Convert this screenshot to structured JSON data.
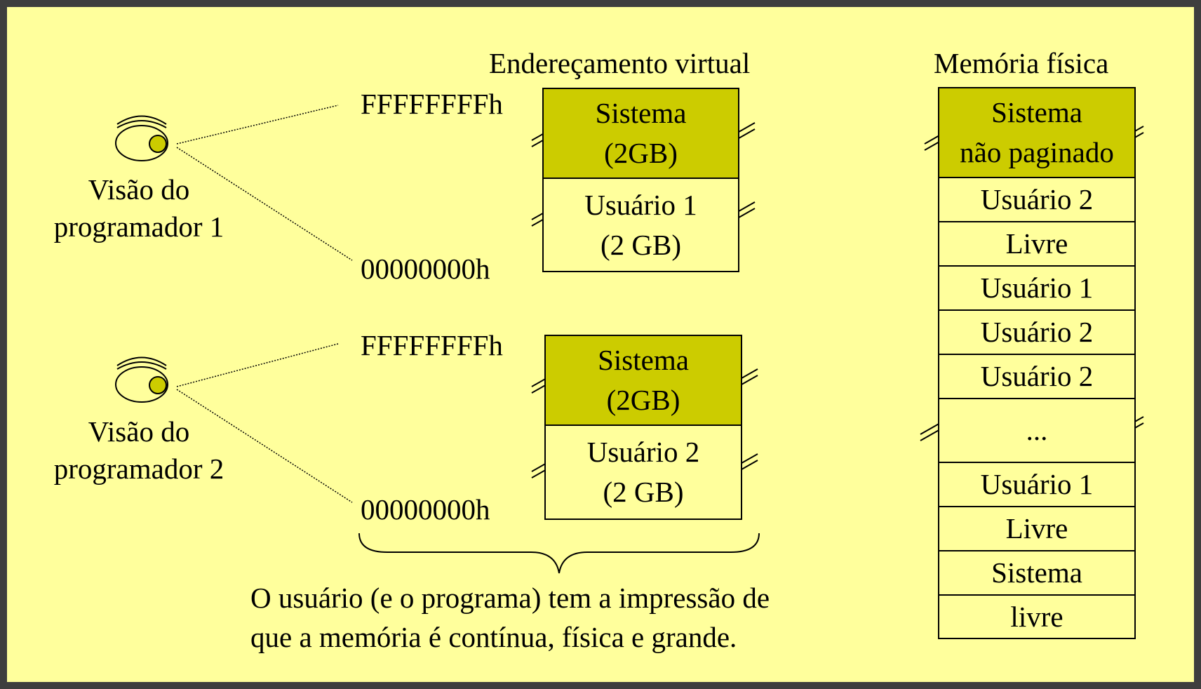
{
  "titles": {
    "virtual": "Endereçamento virtual",
    "physical": "Memória física"
  },
  "programmers": [
    {
      "line1": "Visão do",
      "line2": "programador 1"
    },
    {
      "line1": "Visão do",
      "line2": "programador 2"
    }
  ],
  "virtual_spaces": [
    {
      "top_address": "FFFFFFFFh",
      "bottom_address": "00000000h",
      "system": {
        "line1": "Sistema",
        "line2": "(2GB)"
      },
      "user": {
        "line1": "Usuário 1",
        "line2": "(2 GB)"
      }
    },
    {
      "top_address": "FFFFFFFFh",
      "bottom_address": "00000000h",
      "system": {
        "line1": "Sistema",
        "line2": "(2GB)"
      },
      "user": {
        "line1": "Usuário 2",
        "line2": "(2 GB)"
      }
    }
  ],
  "physical_memory": [
    {
      "line1": "Sistema",
      "line2": "não paginado",
      "kind": "system"
    },
    {
      "line1": "Usuário 2",
      "kind": "plain"
    },
    {
      "line1": "Livre",
      "kind": "plain"
    },
    {
      "line1": "Usuário 1",
      "kind": "plain"
    },
    {
      "line1": "Usuário 2",
      "kind": "plain"
    },
    {
      "line1": "Usuário 2",
      "kind": "plain"
    },
    {
      "line1": "...",
      "kind": "plain"
    },
    {
      "line1": "Usuário 1",
      "kind": "plain"
    },
    {
      "line1": "Livre",
      "kind": "plain"
    },
    {
      "line1": "Sistema",
      "kind": "plain"
    },
    {
      "line1": "livre",
      "kind": "plain"
    }
  ],
  "caption": {
    "line1": "O usuário (e o programa) tem a impressão de",
    "line2": "que a memória é contínua, física e grande."
  },
  "colors": {
    "slide_background": "#ffff9c",
    "frame": "#3e3e3e",
    "system_block": "#cccc00",
    "eye_pupil": "#cccc00"
  }
}
